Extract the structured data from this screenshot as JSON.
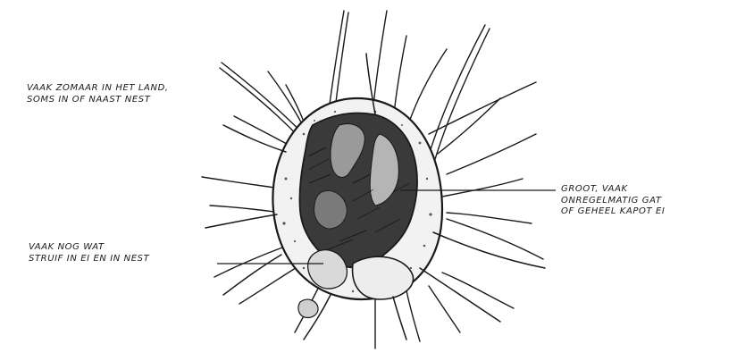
{
  "annotations": {
    "location": {
      "lines": [
        "VAAK ZOMAAR IN HET LAND,",
        "SOMS IN OF NAAST NEST"
      ]
    },
    "hole": {
      "lines": [
        "GROOT, VAAK",
        "ONREGELMATIG GAT",
        "OF GEHEEL KAPOT EI"
      ]
    },
    "remains": {
      "lines": [
        "VAAK NOG WAT",
        "STRUIF IN EI EN IN NEST"
      ]
    }
  },
  "colors": {
    "ink": "#1a1a1a",
    "shell": "#f2f2f2",
    "hole": "#3a3a3a",
    "background": "#ffffff"
  }
}
